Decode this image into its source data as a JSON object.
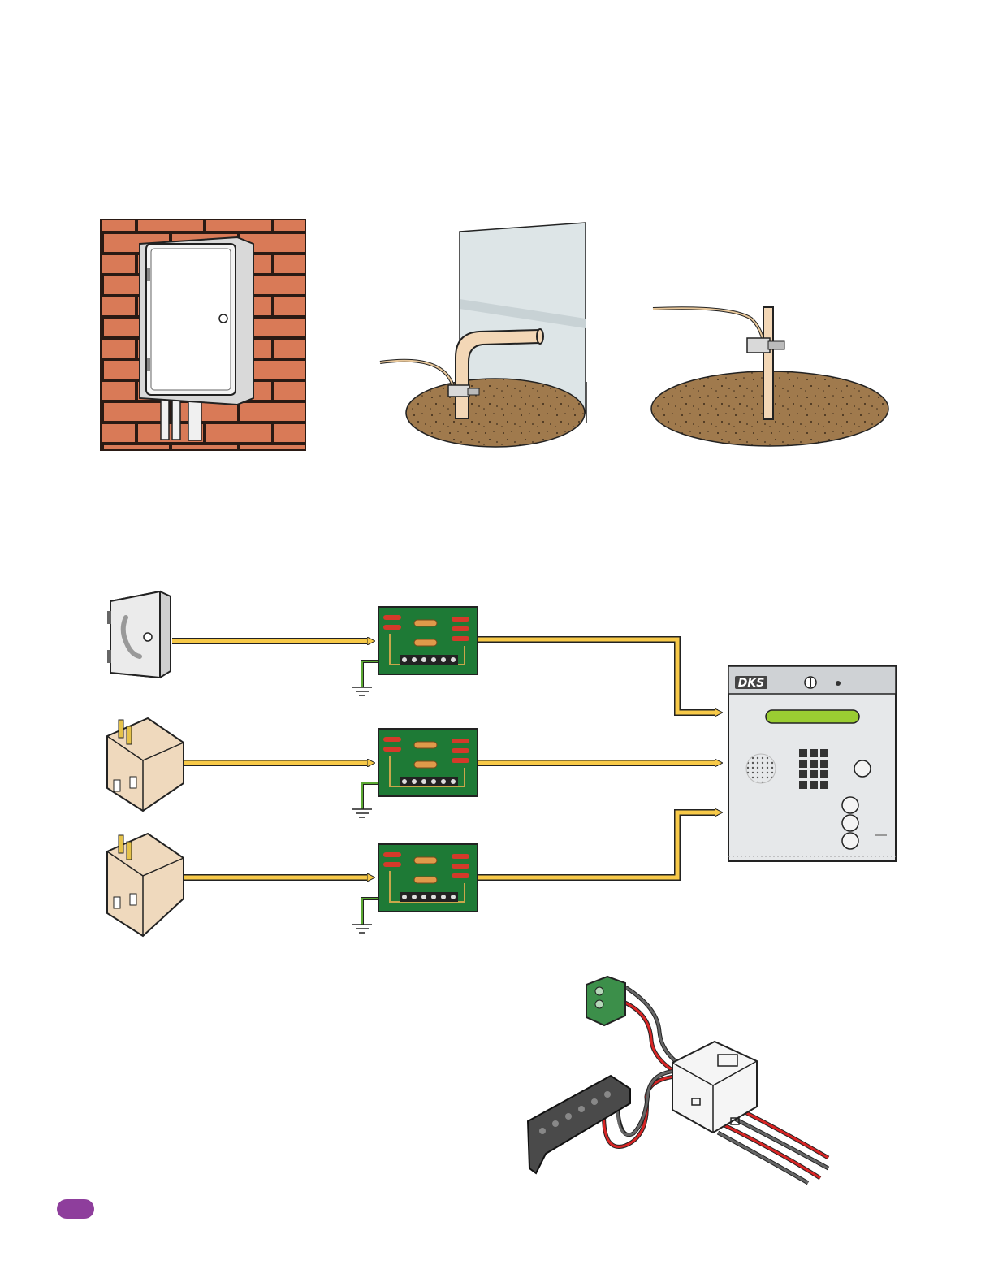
{
  "page": {
    "tab_color": "#8e3e9c"
  },
  "illustrations": {
    "top_row": [
      {
        "name": "utility-box-on-brick-wall"
      },
      {
        "name": "cold-water-pipe-ground-clamp"
      },
      {
        "name": "ground-rod-clamp"
      }
    ],
    "wiring": {
      "sources": [
        "phone-line-box",
        "plug-in-transformer",
        "plug-in-transformer"
      ],
      "surge_protectors": 3,
      "destination": "telephone-entry-panel",
      "wire_color": "#f7c948",
      "board_color": "#1e7a36",
      "ground_wire_color": "#5aa832"
    },
    "panel": {
      "logo": "DKS",
      "display_color": "#9acd32"
    },
    "filter_assembly": {
      "name": "ferrite-filter-with-connectors"
    }
  }
}
